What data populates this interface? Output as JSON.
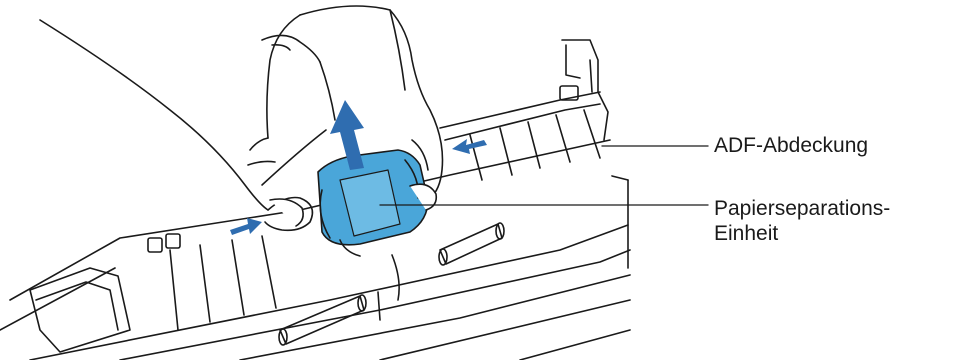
{
  "callouts": {
    "adf_cover": "ADF-Abdeckung",
    "separation_unit_line1": "Papierseparations-",
    "separation_unit_line2": "Einheit"
  },
  "colors": {
    "highlight_part": "#4aa6d9",
    "arrow": "#2f6db0",
    "line_art": "#1a1a1a",
    "background": "#ffffff"
  }
}
